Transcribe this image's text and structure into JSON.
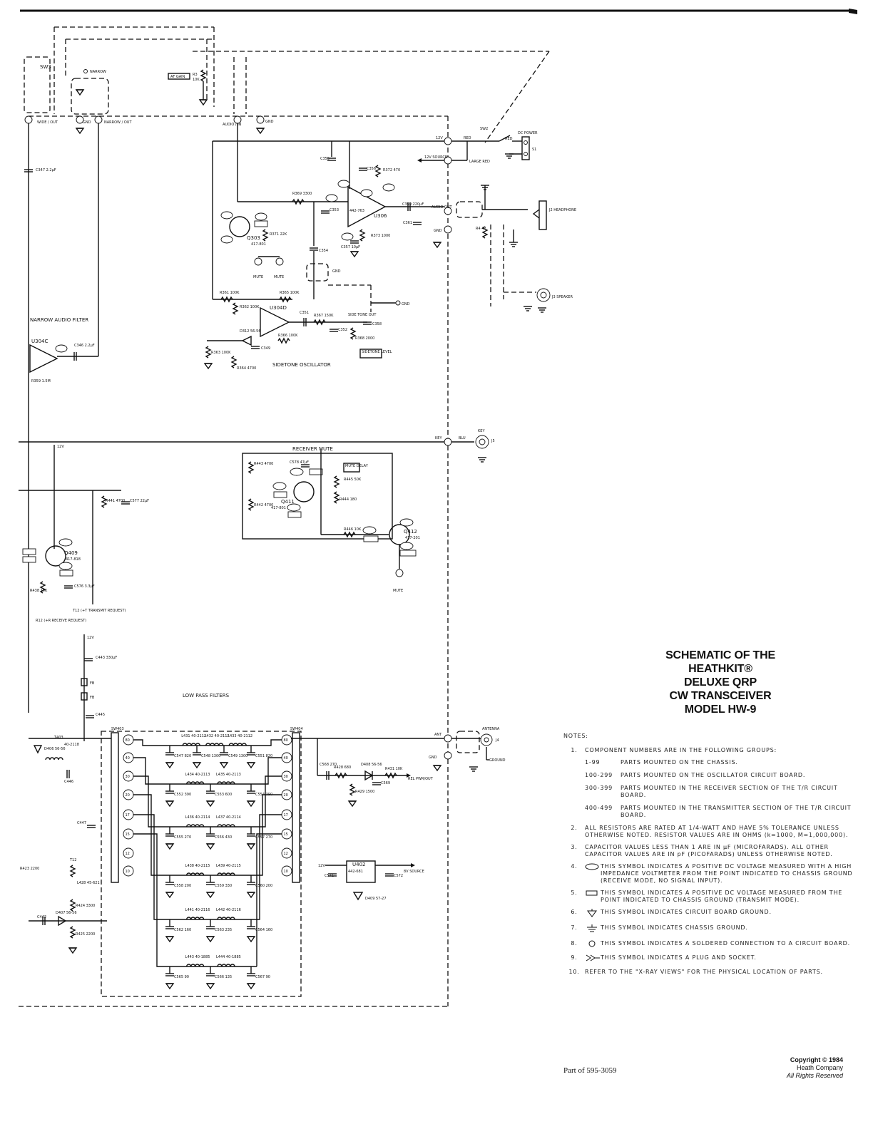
{
  "title": {
    "lines": [
      "SCHEMATIC OF THE",
      "HEATHKIT®",
      "DELUXE QRP",
      "CW TRANSCEIVER",
      "MODEL HW-9"
    ]
  },
  "notes": {
    "heading": "NOTES:",
    "items": [
      {
        "num": "1.",
        "text": "COMPONENT NUMBERS ARE IN THE FOLLOWING GROUPS:"
      },
      {
        "num": "2.",
        "text": "ALL RESISTORS ARE RATED AT 1/4-WATT AND HAVE 5% TOLERANCE UNLESS OTHERWISE NOTED. RESISTOR VALUES ARE IN OHMS (k=1000, M=1,000,000)."
      },
      {
        "num": "3.",
        "text": "CAPACITOR VALUES LESS THAN 1 ARE IN µF (MICROFARADS). ALL OTHER CAPACITOR VALUES ARE IN pF (PICOFARADS) UNLESS OTHERWISE NOTED."
      },
      {
        "num": "4.",
        "text": "THIS SYMBOL INDICATES A POSITIVE DC VOLTAGE MEASURED WITH A HIGH IMPEDANCE VOLTMETER FROM THE POINT INDICATED TO CHASSIS GROUND (RECEIVE MODE, NO SIGNAL INPUT)."
      },
      {
        "num": "5.",
        "text": "THIS SYMBOL INDICATES A POSITIVE DC VOLTAGE MEASURED FROM THE POINT INDICATED TO CHASSIS GROUND (TRANSMIT MODE)."
      },
      {
        "num": "6.",
        "text": "THIS SYMBOL INDICATES CIRCUIT BOARD GROUND."
      },
      {
        "num": "7.",
        "text": "THIS SYMBOL INDICATES CHASSIS GROUND."
      },
      {
        "num": "8.",
        "text": "THIS SYMBOL INDICATES A SOLDERED CONNECTION TO A CIRCUIT BOARD."
      },
      {
        "num": "9.",
        "text": "THIS SYMBOL INDICATES A PLUG AND SOCKET."
      },
      {
        "num": "10.",
        "text": "REFER TO THE \"X-RAY VIEWS\" FOR THE PHYSICAL LOCATION OF PARTS."
      }
    ],
    "groups": [
      {
        "range": "1-99",
        "text": "PARTS MOUNTED ON THE CHASSIS."
      },
      {
        "range": "100-299",
        "text": "PARTS MOUNTED ON THE OSCILLATOR CIRCUIT BOARD."
      },
      {
        "range": "300-399",
        "text": "PARTS MOUNTED IN THE RECEIVER SECTION OF THE T/R CIRCUIT BOARD."
      },
      {
        "range": "400-499",
        "text": "PARTS MOUNTED IN THE TRANSMITTER SECTION OF THE T/R CIRCUIT BOARD."
      }
    ]
  },
  "footer": {
    "part": "Part of 595-3059",
    "copyright": "Copyright © 1984",
    "company": "Heath Company",
    "rights": "All Rights Reserved"
  },
  "labels": {
    "sw3": "SW3",
    "narrow": "NARROW",
    "af_gain": "AF GAIN",
    "r3": "R3",
    "r3v": "10K",
    "wide_out": "WIDE / OUT",
    "gnd": "GND",
    "narrow_out": "NARROW / OUT",
    "audio_in": "AUDIO / IN",
    "v12": "12V",
    "red": "RED",
    "sw2": "SW2",
    "dc_power": "DC POWER",
    "s1": "S1",
    "source12": "12V SOURCE",
    "large_red": "LARGE RED",
    "c347": "C347 2.2µF",
    "c355": "C355",
    "c356": "C356",
    "r372": "R372 470",
    "u306": "U306",
    "u306p": "442-763",
    "r369": "R369 3300",
    "c353": "C353",
    "c359": "C359 220µF",
    "audio_out": "AUDIO OUT",
    "c361": "C361",
    "r4": "R4 47",
    "j2": "J2 HEADPHONE",
    "j3": "J3 SPEAKER",
    "r373": "R373 1000",
    "c357": "C357 10µF",
    "q303": "Q303",
    "q303p": "417-801",
    "r371": "R371 22K",
    "mute": "MUTE",
    "c354": "C354",
    "narrow_audio_filter": "NARROW AUDIO FILTER",
    "u304c": "U304C",
    "u304d": "U304D",
    "r361": "R361 100K",
    "r362": "R362 100K",
    "r365": "R365 100K",
    "r366": "R366 100K",
    "c351": "C351",
    "r367": "R367 150K",
    "side_tone_out": "SIDE TONE OUT",
    "c358": "C358",
    "c352": "C352",
    "r368": "R368 2000",
    "sidetone_level": "SIDETONE LEVEL",
    "d312": "D312 56-56",
    "c349": "C349",
    "r363": "R363 100K",
    "r364": "R364 4700",
    "sidetone_osc": "SIDETONE OSCILLATOR",
    "c346": "C346 2.2µF",
    "r359": "R359 1.5M",
    "key": "KEY",
    "blu": "BLU",
    "j5": "J5",
    "receiver_mute": "RECEIVER MUTE",
    "r443": "R443 4700",
    "c578": "C578 47µF",
    "mute_delay": "MUTE DELAY",
    "r445": "R445 50K",
    "r444": "R444 180",
    "q411": "Q411",
    "q411p": "417-801",
    "r442": "R442 4700",
    "r446": "R446 10K",
    "q412": "Q412",
    "q412p": "417-201",
    "r441": "R441 4700",
    "c577": "C577 22µF",
    "q409": "Q409",
    "q409p": "417-818",
    "r438": "R438 10K",
    "c576": "C576 3.3µF",
    "t12tr": "T12 (+T TRANSMIT REQUEST)",
    "r12": "R12 (+R RECEIVE REQUEST)",
    "c443": "C443 330µF",
    "fb": "FB",
    "c445": "C445",
    "low_pass_filters": "LOW PASS FILTERS",
    "sw403": "SW403",
    "sw404": "SW404",
    "ant": "ANT",
    "antenna": "ANTENNA",
    "j4": "J4",
    "ground": "GROUND",
    "t403": "T403",
    "t403p": "40-2118",
    "d406": "D406 56-56",
    "c446": "C446",
    "c568": "C568 270",
    "r428": "R428 680",
    "d408": "D408 56-56",
    "r431": "R431 10K",
    "rel_pwr_out": "REL PWR/OUT",
    "r429": "R429 1500",
    "c569": "C569",
    "c447": "C447",
    "u402": "U402",
    "u402p": "442-681",
    "source8": "8V SOURCE",
    "c571": "C571",
    "c572": "C572",
    "d409": "D409 57-27",
    "r423": "R423 2200",
    "t12": "T12",
    "l428": "L428 45-621",
    "r424": "R424 3300",
    "c442": "C442",
    "d407": "D407 56-56",
    "r425": "R425 2200",
    "bands": [
      "80",
      "40",
      "30",
      "20",
      "17",
      "15",
      "12",
      "10"
    ],
    "l431": "L431 40-2112",
    "l432": "L432 40-2112",
    "l433": "L433 40-2112",
    "c547": "C547 820",
    "c548": "C548 1300",
    "c549": "C549 1300",
    "c551": "C551 820",
    "l434": "L434 40-2113",
    "l435": "L435 40-2113",
    "c552": "C552 390",
    "c553": "C553 600",
    "c554": "C554 390",
    "l436": "L436 40-2114",
    "l437": "L437 40-2114",
    "c555": "C555 270",
    "c556": "C556 430",
    "c557": "C557 270",
    "l438": "L438 40-2115",
    "l439": "L439 40-2115",
    "c558": "C558 200",
    "c559": "C559 330",
    "c560": "C560 200",
    "l441": "L441 40-2116",
    "l442": "L442 40-2116",
    "c562": "C562 160",
    "c563": "C563 235",
    "c564": "C564 160",
    "l443": "L443 40-1885",
    "l444": "L444 40-1885",
    "c565": "C565 90",
    "c566": "C566 135",
    "c567": "C567 90"
  }
}
